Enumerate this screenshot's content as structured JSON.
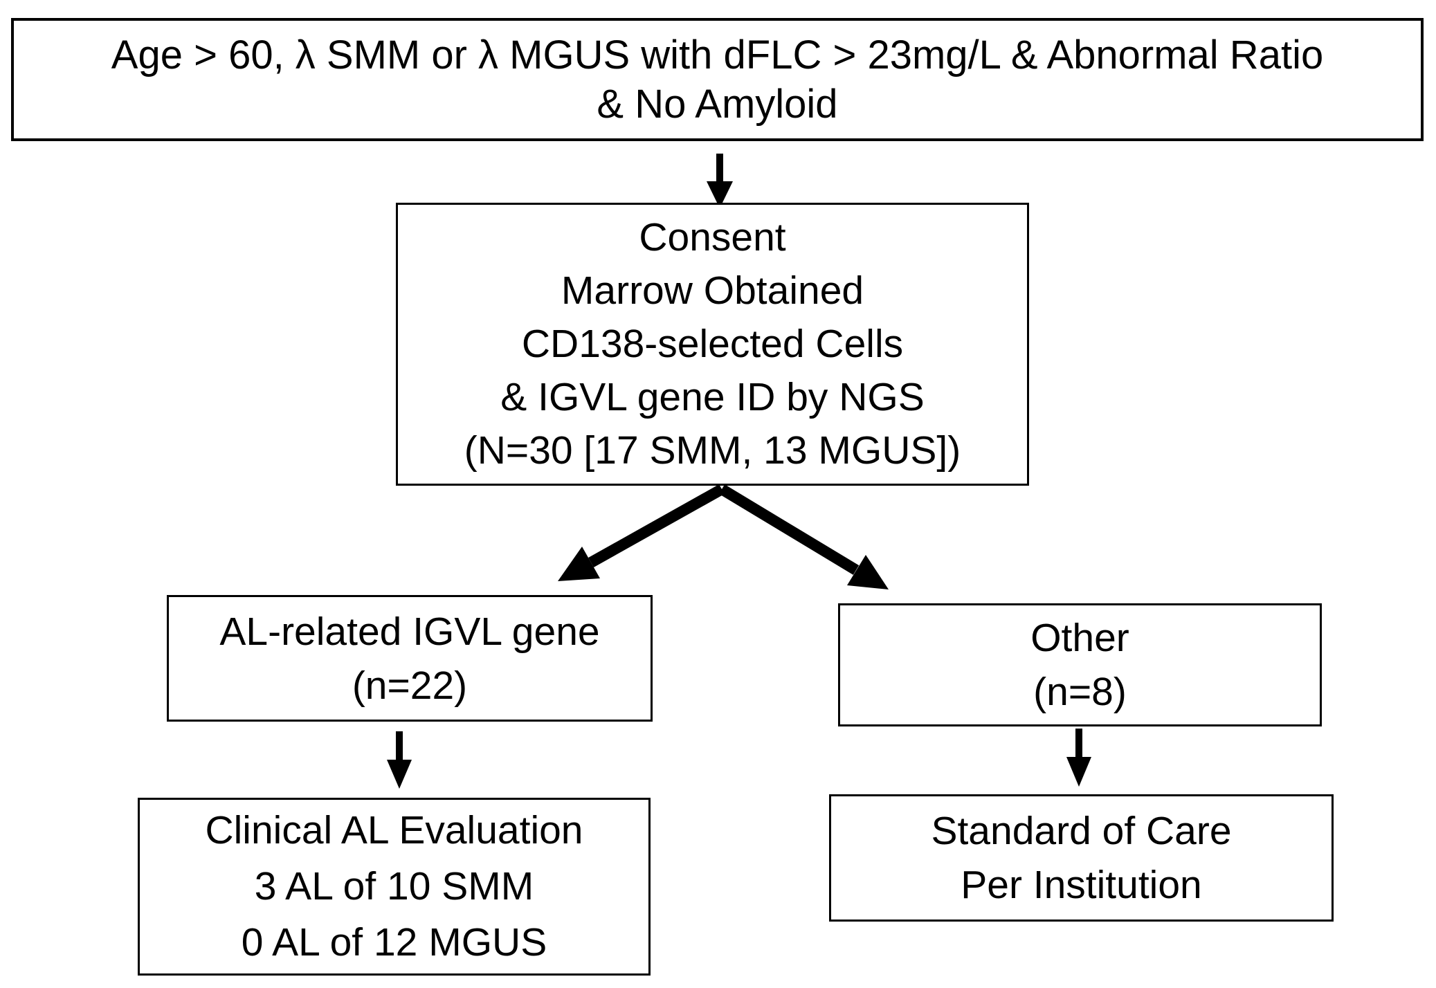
{
  "page": {
    "background": "#ffffff",
    "line_color": "#000000",
    "text_color": "#000000"
  },
  "nodes": {
    "eligibility": {
      "lines": [
        "Age > 60, λ SMM or λ MGUS with dFLC > 23mg/L & Abnormal Ratio",
        "& No Amyloid"
      ]
    },
    "consent_ngs": {
      "lines": [
        "Consent",
        "Marrow Obtained",
        "CD138-selected Cells",
        "& IGVL gene ID by NGS",
        "(N=30 [17 SMM, 13 MGUS])"
      ]
    },
    "al_related_gene": {
      "lines": [
        "AL-related IGVL gene",
        "(n=22)"
      ]
    },
    "other": {
      "lines": [
        "Other",
        "(n=8)"
      ]
    },
    "clinical_al_evaluation": {
      "lines": [
        "Clinical AL Evaluation",
        "3 AL of 10 SMM",
        "0 AL of 12 MGUS"
      ]
    },
    "standard_of_care": {
      "lines": [
        "Standard of Care",
        "Per Institution"
      ]
    }
  },
  "edges": [
    {
      "from": "eligibility",
      "to": "consent_ngs"
    },
    {
      "from": "consent_ngs",
      "to": "al_related_gene"
    },
    {
      "from": "consent_ngs",
      "to": "other"
    },
    {
      "from": "al_related_gene",
      "to": "clinical_al_evaluation"
    },
    {
      "from": "other",
      "to": "standard_of_care"
    }
  ]
}
